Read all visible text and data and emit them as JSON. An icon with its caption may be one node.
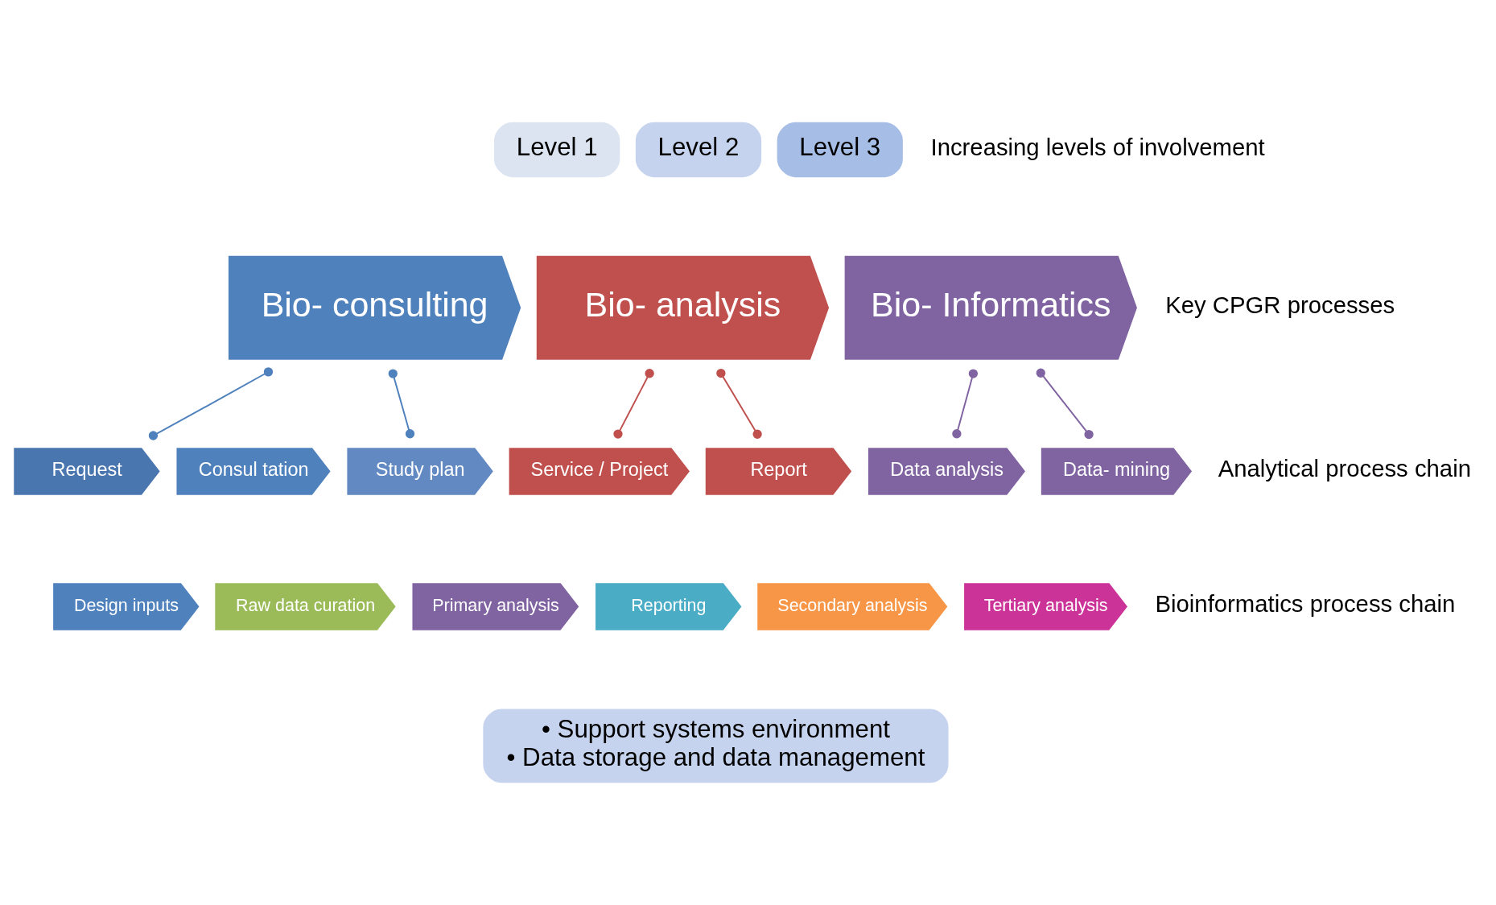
{
  "diagram": {
    "nodes": [
      {
        "text": [
          "Level 1"
        ]
      },
      {
        "text": [
          "Level 2"
        ]
      },
      {
        "text": [
          "Level 3"
        ]
      },
      {
        "text": [
          "Bio- consulting"
        ]
      },
      {
        "text": [
          "Bio- analysis"
        ]
      },
      {
        "text": [
          "Bio- Informatics"
        ]
      },
      {
        "text": [
          "Request"
        ]
      },
      {
        "text": [
          "Consul tation"
        ]
      },
      {
        "text": [
          "Study plan"
        ]
      },
      {
        "text": [
          "Service / Project"
        ]
      },
      {
        "text": [
          "Report"
        ]
      },
      {
        "text": [
          "Data analysis"
        ]
      },
      {
        "text": [
          "Data- mining"
        ]
      },
      {
        "text": [
          "Design inputs"
        ]
      },
      {
        "text": [
          "Raw data curation"
        ]
      },
      {
        "text": [
          "Primary analysis"
        ]
      },
      {
        "text": [
          "Reporting"
        ]
      },
      {
        "text": [
          "Secondary analysis"
        ]
      },
      {
        "text": [
          "Tertiary analysis"
        ]
      },
      {
        "text": [
          "• Support systems environment",
          "• Data storage and data management"
        ]
      }
    ],
    "edges": [
      {
        "from": 3,
        "to": 6,
        "arrow": "other",
        "color": "#4f81bd"
      },
      {
        "from": 3,
        "to": 8,
        "arrow": "other",
        "color": "#4f81bd"
      },
      {
        "from": 4,
        "to": 9,
        "arrow": "other",
        "color": "#c0504d"
      },
      {
        "from": 4,
        "to": 10,
        "arrow": "other",
        "color": "#c0504d"
      },
      {
        "from": 5,
        "to": 11,
        "arrow": "other",
        "color": "#8064a2"
      },
      {
        "from": 5,
        "to": 12,
        "arrow": "other",
        "color": "#8064a2"
      }
    ],
    "labels": [
      "Increasing levels of involvement",
      "Key CPGR processes",
      "Analytical process chain",
      "Bioinformatics process chain"
    ]
  }
}
